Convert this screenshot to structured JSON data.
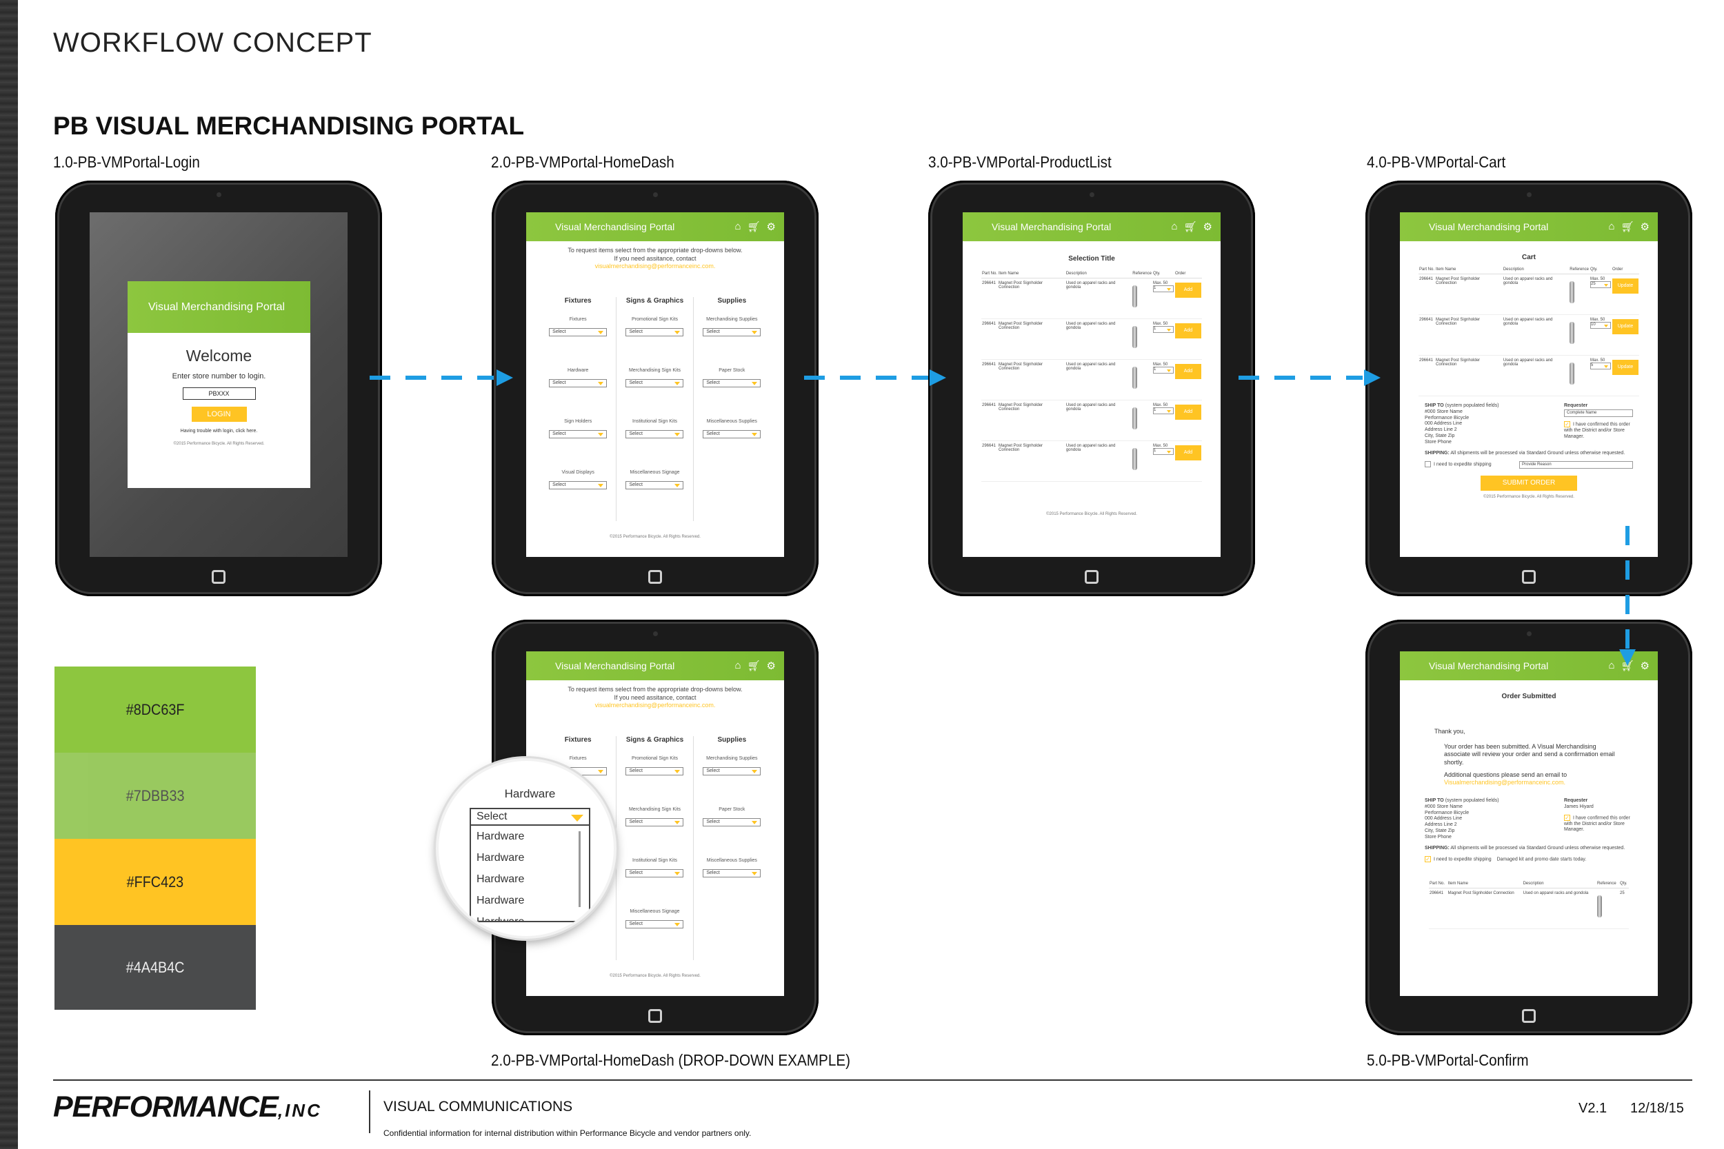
{
  "page": {
    "heading": "WORKFLOW CONCEPT",
    "portal_title": "PB VISUAL MERCHANDISING PORTAL"
  },
  "screens": {
    "login_label": "1.0-PB-VMPortal-Login",
    "homedash_label": "2.0-PB-VMPortal-HomeDash",
    "productlist_label": "3.0-PB-VMPortal-ProductList",
    "cart_label": "4.0-PB-VMPortal-Cart",
    "dropdown_label": "2.0-PB-VMPortal-HomeDash (DROP-DOWN EXAMPLE)",
    "confirm_label": "5.0-PB-VMPortal-Confirm"
  },
  "app": {
    "header_title": "Visual Merchandising Portal",
    "footer": "©2015 Performance Bicycle. All Rights Reserved."
  },
  "login": {
    "welcome": "Welcome",
    "instruction": "Enter store number to login.",
    "input_placeholder": "PBXXX",
    "button": "LOGIN",
    "trouble": "Having trouble with login, click here."
  },
  "homedash": {
    "intro_1": "To request items select from the appropriate drop-downs below.",
    "intro_2": "If you need assitance, contact",
    "email": "visualmerchandising@performanceinc.com.",
    "select_label": "Select",
    "columns": [
      {
        "heading": "Fixtures",
        "items": [
          "Fixtures",
          "Hardware",
          "Sign Holders",
          "Visual Displays"
        ]
      },
      {
        "heading": "Signs & Graphics",
        "items": [
          "Promotional Sign Kits",
          "Merchandising Sign Kits",
          "Institutional Sign Kits",
          "Miscellaneous Signage"
        ]
      },
      {
        "heading": "Supplies",
        "items": [
          "Merchandising Supplies",
          "Paper Stock",
          "Miscellaneous Supplies"
        ]
      }
    ]
  },
  "dropdown": {
    "title": "Hardware",
    "selected": "Select",
    "options": [
      "Hardware",
      "Hardware",
      "Hardware",
      "Hardware",
      "Hardware"
    ]
  },
  "product": {
    "title": "Selection Title",
    "headers": [
      "Part No.",
      "Item Name",
      "Description",
      "Reference",
      "Qty.",
      "Order"
    ],
    "rows": [
      {
        "part": "296641",
        "name": "Magnet Post Signholder Connection",
        "desc": "Used on apparel racks and gondola",
        "max": "Max. 50",
        "qty": "1",
        "action": "Add"
      },
      {
        "part": "296641",
        "name": "Magnet Post Signholder Connection",
        "desc": "Used on apparel racks and gondola",
        "max": "Max. 50",
        "qty": "1",
        "action": "Add"
      },
      {
        "part": "296641",
        "name": "Magnet Post Signholder Connection",
        "desc": "Used on apparel racks and gondola",
        "max": "Max. 50",
        "qty": "1",
        "action": "Add"
      },
      {
        "part": "296641",
        "name": "Magnet Post Signholder Connection",
        "desc": "Used on apparel racks and gondola",
        "max": "Max. 50",
        "qty": "1",
        "action": "Add"
      },
      {
        "part": "296641",
        "name": "Magnet Post Signholder Connection",
        "desc": "Used on apparel racks and gondola",
        "max": "Max. 50",
        "qty": "1",
        "action": "Add"
      }
    ]
  },
  "cart": {
    "title": "Cart",
    "rows": [
      {
        "part": "296641",
        "name": "Magnet Post Signholder Connection",
        "desc": "Used on apparel racks and gondola",
        "max": "Max. 50",
        "qty": "25",
        "action": "Update"
      },
      {
        "part": "296641",
        "name": "Magnet Post Signholder Connection",
        "desc": "Used on apparel racks and gondola",
        "max": "Max. 50",
        "qty": "10",
        "action": "Update"
      },
      {
        "part": "296641",
        "name": "Magnet Post Signholder Connection",
        "desc": "Used on apparel racks and gondola",
        "max": "Max. 50",
        "qty": "5",
        "action": "Update"
      }
    ],
    "ship_to_label": "SHIP TO",
    "ship_to_note": "(system populated fields)",
    "address": [
      "#000 Store Name",
      "Performance Bicycle",
      "000 Address Line",
      "Address Line 2",
      "City, State Zip",
      "Store Phone"
    ],
    "requester_label": "Requester",
    "requester_placeholder": "Complete Name",
    "confirm_check": "I have confirmed this order with the District and/or Store Manager.",
    "shipping_label": "SHIPPING:",
    "shipping_text": "All shipments will be processed via Standard Ground unless otherwise requested.",
    "expedite": "I need to expedite shipping",
    "reason_placeholder": "Provide Reason",
    "submit": "SUBMIT ORDER"
  },
  "confirm": {
    "title": "Order Submitted",
    "thanks": "Thank you,",
    "message": "Your order has been submitted.  A Visual Merchandising associate will review your order and send a confirmation email shortly.",
    "questions": "Additional questions please send an email to",
    "email": "Visualmerchandising@performanceinc.com.",
    "requester_name": "James Hiyard",
    "expedite_reason": "Damaged kit and promo date starts today.",
    "row": {
      "part": "296641",
      "name": "Magnet Post Signholder Connection",
      "desc": "Used on apparel racks and gondola",
      "qty": "25"
    }
  },
  "swatches": [
    {
      "hex": "#8DC63F",
      "label": "#8DC63F"
    },
    {
      "hex": "#7DBB33",
      "label": "#7DBB33"
    },
    {
      "hex": "#FFC423",
      "label": "#FFC423"
    },
    {
      "hex": "#4A4B4C",
      "label": "#4A4B4C"
    }
  ],
  "footer": {
    "brand": "PERFORMANCE",
    "brand_suffix": ",INC",
    "department": "VISUAL COMMUNICATIONS",
    "confidential": "Confidential information for internal distribution within Performance Bicycle and vendor partners only.",
    "version": "V2.1",
    "date": "12/18/15"
  },
  "icons": [
    "home-icon",
    "cart-icon",
    "gear-icon"
  ]
}
